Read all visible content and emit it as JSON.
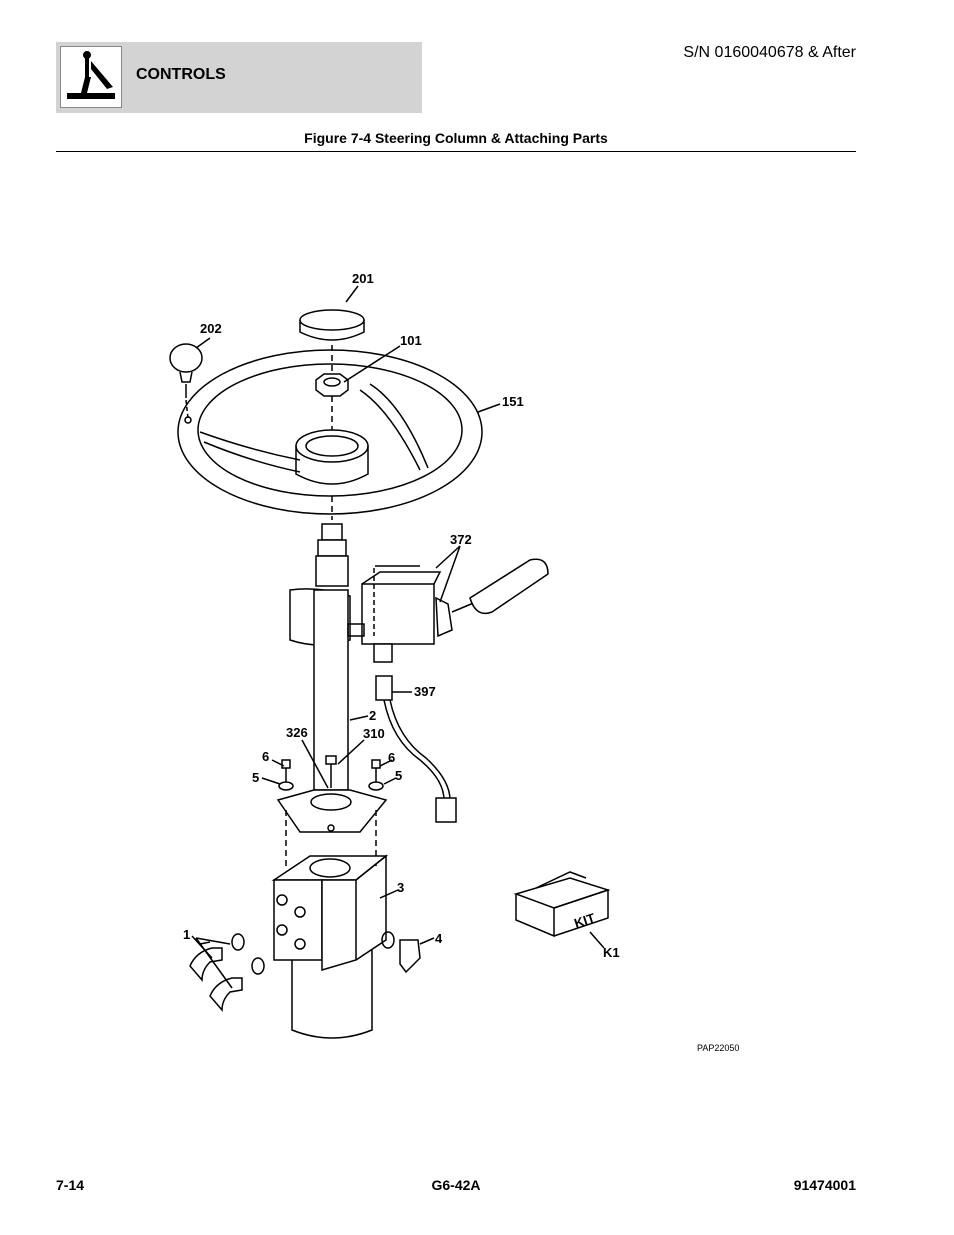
{
  "header": {
    "section": "CONTROLS",
    "serial": "S/N 0160040678 & After",
    "logo_icon": "joystick-control-icon"
  },
  "figure": {
    "title": "Figure 7-4 Steering Column & Attaching Parts",
    "callouts": {
      "c201": "201",
      "c202": "202",
      "c101": "101",
      "c151": "151",
      "c372": "372",
      "c397": "397",
      "c2": "2",
      "c326": "326",
      "c310": "310",
      "c6a": "6",
      "c6b": "6",
      "c5a": "5",
      "c5b": "5",
      "c3": "3",
      "c1": "1",
      "c4": "4",
      "k1": "K1"
    },
    "kit_label": "KIT",
    "drawing_ref": "PAP22050"
  },
  "footer": {
    "page": "7-14",
    "model": "G6-42A",
    "doc_number": "91474001"
  }
}
